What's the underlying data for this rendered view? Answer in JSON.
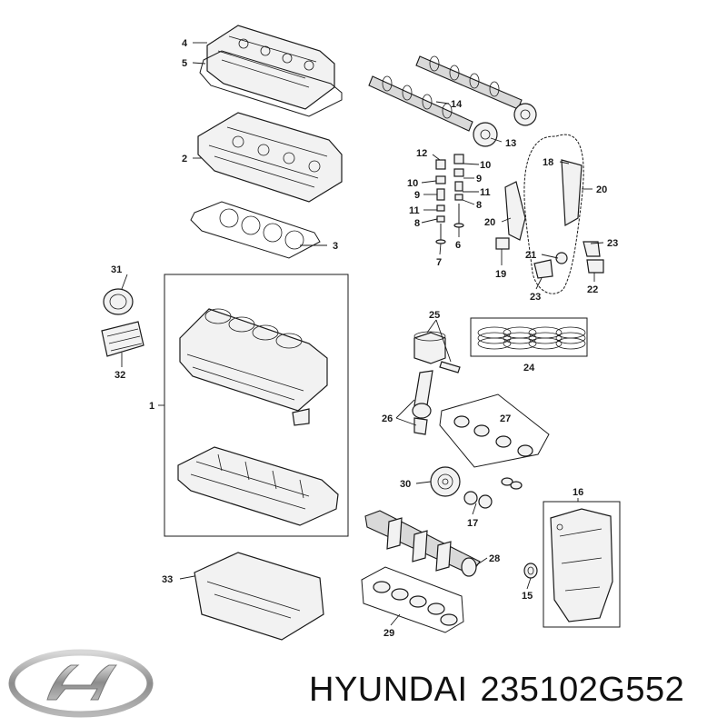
{
  "callouts": {
    "c1": "1",
    "c2": "2",
    "c3": "3",
    "c4": "4",
    "c5": "5",
    "c6": "6",
    "c7": "7",
    "c8a": "8",
    "c8b": "8",
    "c9a": "9",
    "c9b": "9",
    "c10a": "10",
    "c10b": "10",
    "c11a": "11",
    "c11b": "11",
    "c12": "12",
    "c13": "13",
    "c14": "14",
    "c15": "15",
    "c16": "16",
    "c17": "17",
    "c18": "18",
    "c19": "19",
    "c20a": "20",
    "c20b": "20",
    "c21": "21",
    "c22": "22",
    "c23a": "23",
    "c23b": "23",
    "c24": "24",
    "c25": "25",
    "c26": "26",
    "c27": "27",
    "c28": "28",
    "c29": "29",
    "c30": "30",
    "c31": "31",
    "c32": "32",
    "c33": "33"
  },
  "footer": {
    "brand": "HYUNDAI",
    "part_number": "235102G552"
  },
  "logo": {
    "icon": "hyundai-logo-icon",
    "color": "#9a9a9a"
  }
}
